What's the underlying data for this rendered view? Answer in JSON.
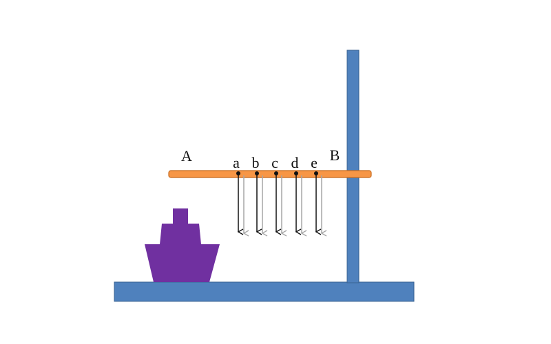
{
  "labels": {
    "end_a": "A",
    "end_b": "B",
    "points": [
      "a",
      "b",
      "c",
      "d",
      "e"
    ]
  },
  "colors": {
    "stand": "#4f81bd",
    "rod": "#f79646",
    "weight": "#7030a0",
    "arrow_dark": "#111111",
    "arrow_light": "#a6a6a6"
  }
}
